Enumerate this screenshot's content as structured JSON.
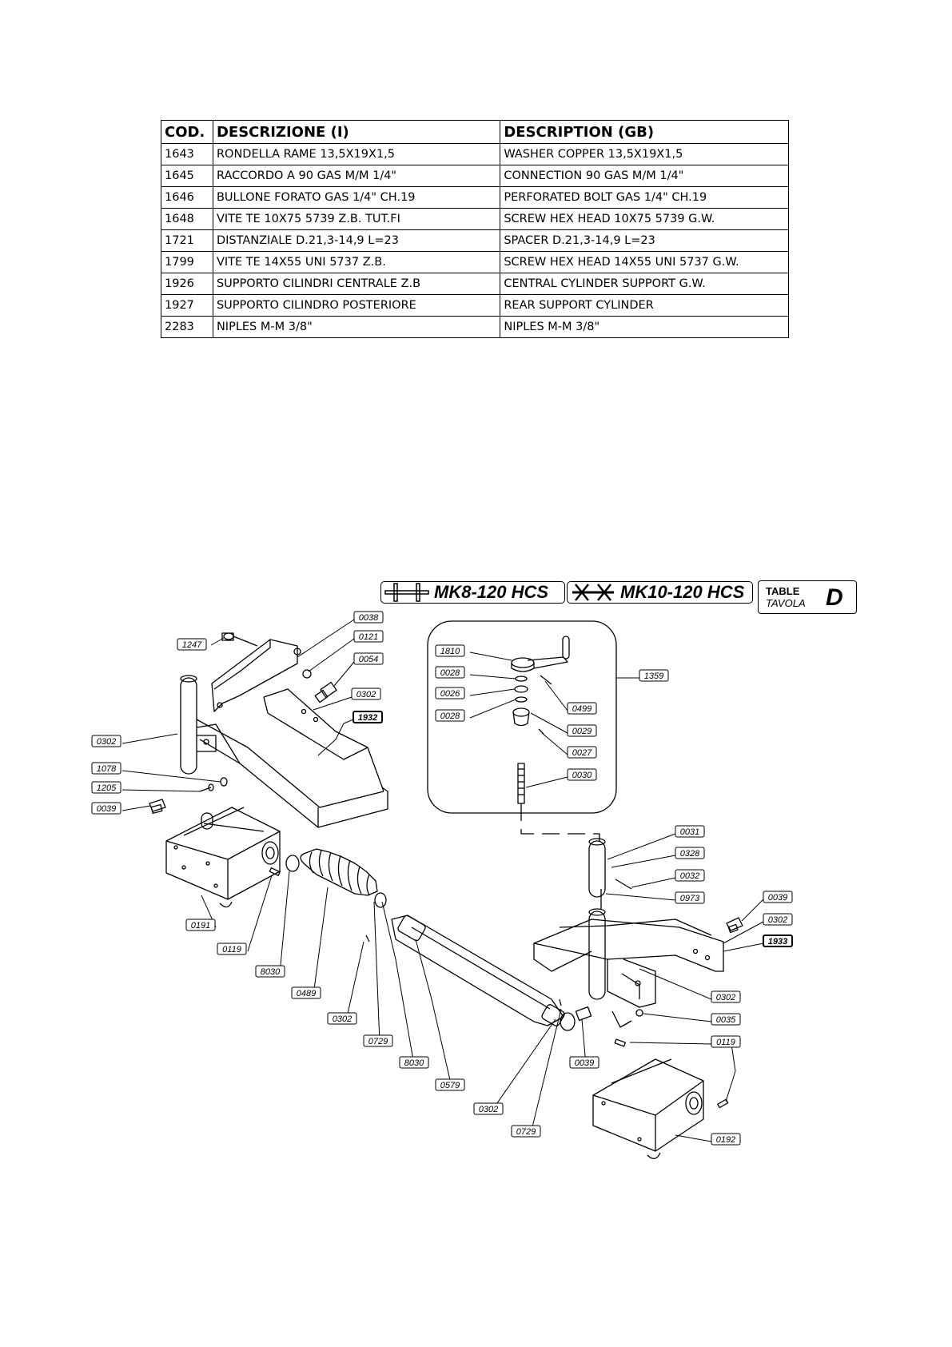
{
  "table": {
    "headers": [
      "COD.",
      "DESCRIZIONE (I)",
      "DESCRIPTION (GB)"
    ],
    "rows": [
      [
        "1643",
        "RONDELLA RAME 13,5X19X1,5",
        "WASHER COPPER 13,5X19X1,5"
      ],
      [
        "1645",
        "RACCORDO A 90 GAS M/M 1/4\"",
        "CONNECTION 90 GAS M/M 1/4\""
      ],
      [
        "1646",
        "BULLONE FORATO GAS 1/4\" CH.19",
        "PERFORATED BOLT GAS 1/4\" CH.19"
      ],
      [
        "1648",
        "VITE TE 10X75 5739 Z.B. TUT.FI",
        "SCREW HEX HEAD 10X75 5739 G.W."
      ],
      [
        "1721",
        "DISTANZIALE D.21,3-14,9 L=23",
        "SPACER D.21,3-14,9 L=23"
      ],
      [
        "1799",
        "VITE TE 14X55 UNI 5737 Z.B.",
        "SCREW HEX HEAD 14X55 UNI 5737 G.W."
      ],
      [
        "1926",
        "SUPPORTO CILINDRI CENTRALE Z.B",
        "CENTRAL CYLINDER SUPPORT G.W."
      ],
      [
        "1927",
        "SUPPORTO CILINDRO POSTERIORE",
        "REAR SUPPORT CYLINDER"
      ],
      [
        "2283",
        "NIPLES M-M 3/8\"",
        "NIPLES M-M 3/8\""
      ]
    ]
  },
  "header": {
    "model_1": "MK8-120 HCS",
    "model_2": "MK10-120 HCS",
    "table_label_en": "TABLE",
    "table_label_it": "TAVOLA",
    "table_letter": "D"
  },
  "diagram": {
    "labels": [
      {
        "text": "0038"
      },
      {
        "text": "1247"
      },
      {
        "text": "0121"
      },
      {
        "text": "0054"
      },
      {
        "text": "0302"
      },
      {
        "text": "1932",
        "bold": true
      },
      {
        "text": "0302"
      },
      {
        "text": "1078"
      },
      {
        "text": "1205"
      },
      {
        "text": "0039"
      },
      {
        "text": "1810"
      },
      {
        "text": "0028"
      },
      {
        "text": "0026"
      },
      {
        "text": "0028"
      },
      {
        "text": "0499"
      },
      {
        "text": "0029"
      },
      {
        "text": "0027"
      },
      {
        "text": "0030"
      },
      {
        "text": "1359"
      },
      {
        "text": "0031"
      },
      {
        "text": "0328"
      },
      {
        "text": "0032"
      },
      {
        "text": "0973"
      },
      {
        "text": "0039"
      },
      {
        "text": "0302"
      },
      {
        "text": "1933",
        "bold": true
      },
      {
        "text": "0191"
      },
      {
        "text": "0119"
      },
      {
        "text": "8030"
      },
      {
        "text": "0489"
      },
      {
        "text": "0302"
      },
      {
        "text": "0729"
      },
      {
        "text": "8030"
      },
      {
        "text": "0579"
      },
      {
        "text": "0302"
      },
      {
        "text": "0729"
      },
      {
        "text": "0302"
      },
      {
        "text": "0035"
      },
      {
        "text": "0119"
      },
      {
        "text": "0039"
      },
      {
        "text": "0192"
      }
    ]
  }
}
